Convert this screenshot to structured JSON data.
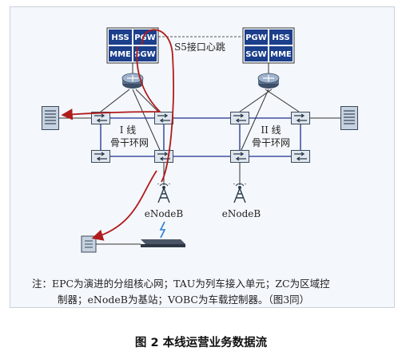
{
  "diagram": {
    "epc_left": {
      "hss": "HSS",
      "pgw": "PGW",
      "mme": "MME",
      "sgw": "SGW"
    },
    "epc_right": {
      "pgw": "PGW",
      "hss": "HSS",
      "sgw": "SGW",
      "mme": "MME"
    },
    "s5_label": "S5接口心跳",
    "ring1_label_line1": "I 线",
    "ring1_label_line2": "骨干环网",
    "ring2_label_line1": "II 线",
    "ring2_label_line2": "骨干环网",
    "enodeb_left": "eNodeB",
    "enodeb_right": "eNodeB",
    "colors": {
      "accent_red": "#b01c1c",
      "link_blue": "#1f2f8f",
      "box_blue": "#1c3f8c"
    }
  },
  "note": {
    "line1": "注：EPC为演进的分组核心网；TAU为列车接入单元；ZC为区域控",
    "line2": "制器；eNodeB为基站；VOBC为车载控制器。（图3同）"
  },
  "caption": "图 2    本线运营业务数据流"
}
